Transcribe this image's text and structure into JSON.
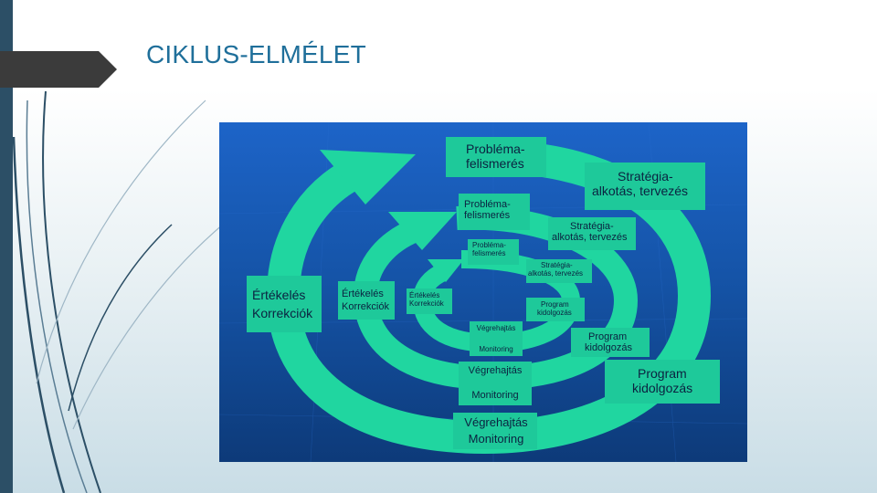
{
  "slide": {
    "title": "CIKLUS-ELMÉLET"
  },
  "diagram": {
    "outer": {
      "problem_1": "Probléma-",
      "problem_2": "felismerés",
      "strategy_1": "Stratégia-",
      "strategy_2": "alkotás, tervezés",
      "program_1": "Program",
      "program_2": "kidolgozás",
      "execution": "Végrehajtás",
      "monitoring": "Monitoring",
      "evaluation_1": "Értékelés",
      "evaluation_2": "Korrekciók"
    },
    "middle": {
      "problem_1": "Probléma-",
      "problem_2": "felismerés",
      "strategy_1": "Stratégia-",
      "strategy_2": "alkotás,  tervezés",
      "program_1": "Program",
      "program_2": "kidolgozás",
      "execution": "Végrehajtás",
      "monitoring": "Monitoring",
      "evaluation_1": "Értékelés",
      "evaluation_2": "Korrekciók"
    },
    "inner": {
      "problem_1": "Probléma-",
      "problem_2": "felismerés",
      "strategy_1": "Stratégia-",
      "strategy_2": "alkotás, tervezés",
      "program_1": "Program",
      "program_2": "kidolgozás",
      "execution": "Végrehajtás",
      "monitoring": "Monitoring",
      "evaluation_1": "Értékelés",
      "evaluation_2": "Korrekciók"
    },
    "colors": {
      "arrow": "#20d6a0",
      "box": "#1ec99a",
      "text": "#0b2240",
      "background": "#1554a8"
    }
  }
}
